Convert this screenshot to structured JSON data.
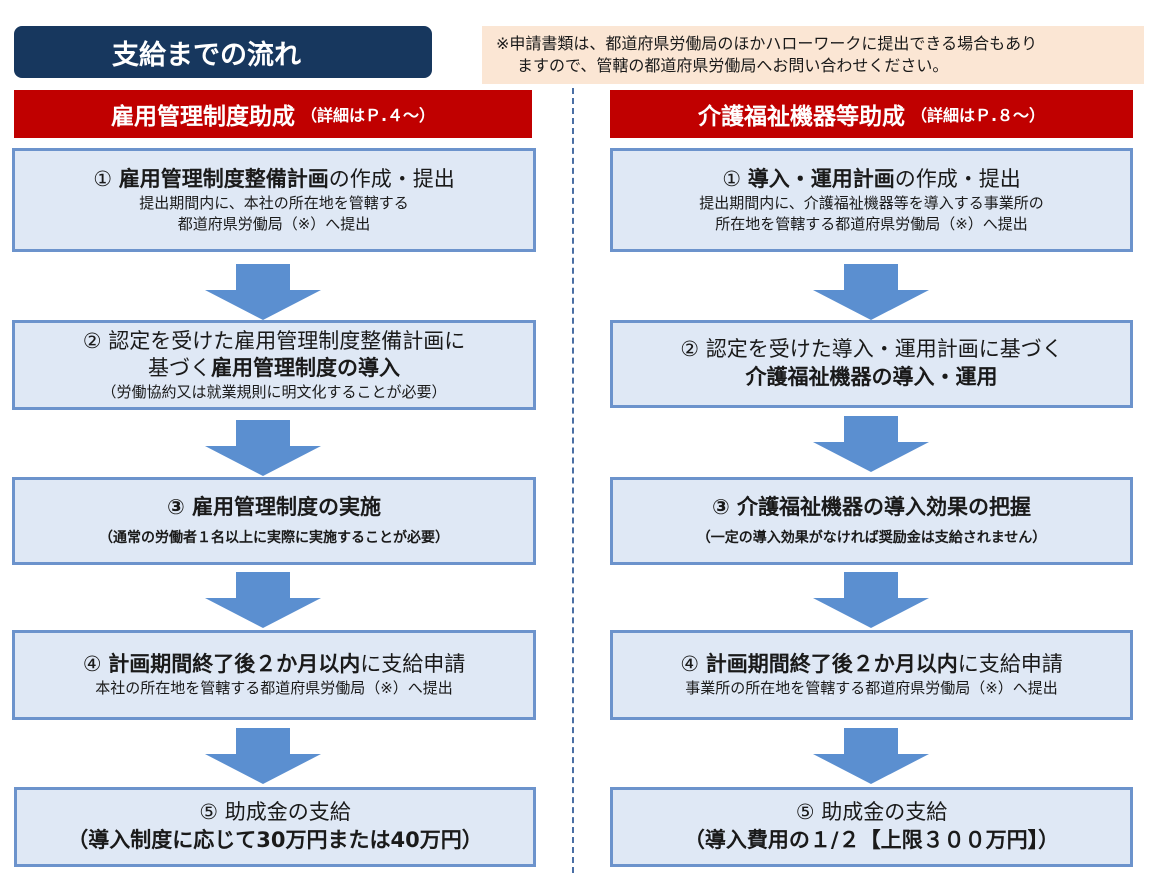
{
  "header": {
    "title": "支給までの流れ",
    "note_line1": "※申請書類は、都道府県労働局のほかハローワークに提出できる場合もあり",
    "note_line2": "ますので、管轄の都道府県労働局へお問い合わせください。"
  },
  "left": {
    "header_title": "雇用管理制度助成",
    "header_detail": "（詳細はＰ.４～）",
    "step1": {
      "num": "①",
      "bold": "雇用管理制度整備計画",
      "rest": "の作成・提出",
      "sub1": "提出期間内に、本社の所在地を管轄する",
      "sub2": "都道府県労働局（※）へ提出"
    },
    "step2": {
      "line1": "② 認定を受けた雇用管理制度整備計画に",
      "line2_pre": "基づく",
      "line2_bold": "雇用管理制度の導入",
      "sub": "（労働協約又は就業規則に明文化することが必要）"
    },
    "step3": {
      "title": "③ 雇用管理制度の実施",
      "sub": "（通常の労働者１名以上に実際に実施することが必要）"
    },
    "step4": {
      "num": "④",
      "bold": "計画期間終了後２か月以内",
      "rest": "に支給申請",
      "sub": "本社の所在地を管轄する都道府県労働局（※）へ提出"
    },
    "step5": {
      "line1": "⑤ 助成金の支給",
      "line2": "（導入制度に応じて30万円または40万円）"
    }
  },
  "right": {
    "header_title": "介護福祉機器等助成",
    "header_detail": "（詳細はＰ.８～）",
    "step1": {
      "num": "①",
      "bold": "導入・運用計画",
      "rest": "の作成・提出",
      "sub1": "提出期間内に、介護福祉機器等を導入する事業所の",
      "sub2": "所在地を管轄する都道府県労働局（※）へ提出"
    },
    "step2": {
      "line1": "② 認定を受けた導入・運用計画に基づく",
      "line2_bold": "介護福祉機器の導入・運用"
    },
    "step3": {
      "title": "③ 介護福祉機器の導入効果の把握",
      "sub": "（一定の導入効果がなければ奨励金は支給されません）"
    },
    "step4": {
      "num": "④",
      "bold": "計画期間終了後２か月以内",
      "rest": "に支給申請",
      "sub": "事業所の所在地を管轄する都道府県労働局（※）へ提出"
    },
    "step5": {
      "line1": "⑤ 助成金の支給",
      "line2": "（導入費用の１/２【上限３００万円】）"
    }
  },
  "colors": {
    "title_bg": "#17375e",
    "note_bg": "#fbe6d4",
    "header_red": "#c00000",
    "box_fill": "#dfe8f5",
    "box_border": "#6c93cc",
    "arrow": "#5b8fd0"
  }
}
